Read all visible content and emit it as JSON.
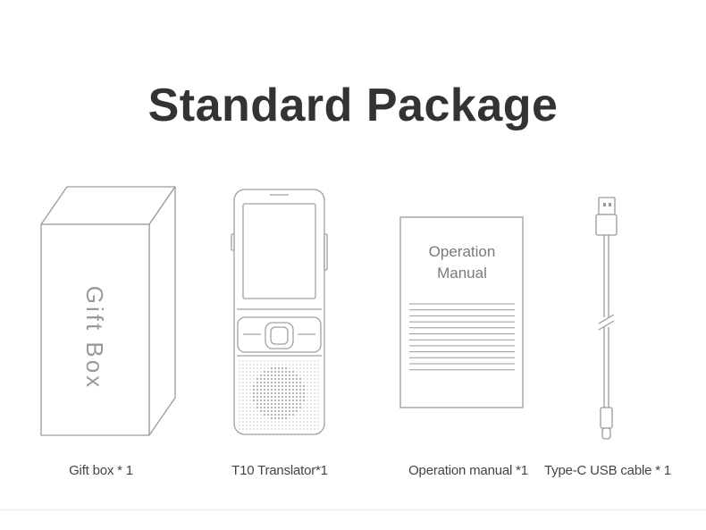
{
  "title": "Standard Package",
  "items": [
    {
      "box_text": "Gift Box",
      "caption": "Gift box * 1"
    },
    {
      "caption": "T10 Translator*1"
    },
    {
      "cover_line1": "Operation",
      "cover_line2": "Manual",
      "caption": "Operation manual *1"
    },
    {
      "caption": "Type-C USB cable * 1"
    }
  ],
  "colors": {
    "title": "#333333",
    "line": "#9a9a9a",
    "caption": "#444444"
  }
}
